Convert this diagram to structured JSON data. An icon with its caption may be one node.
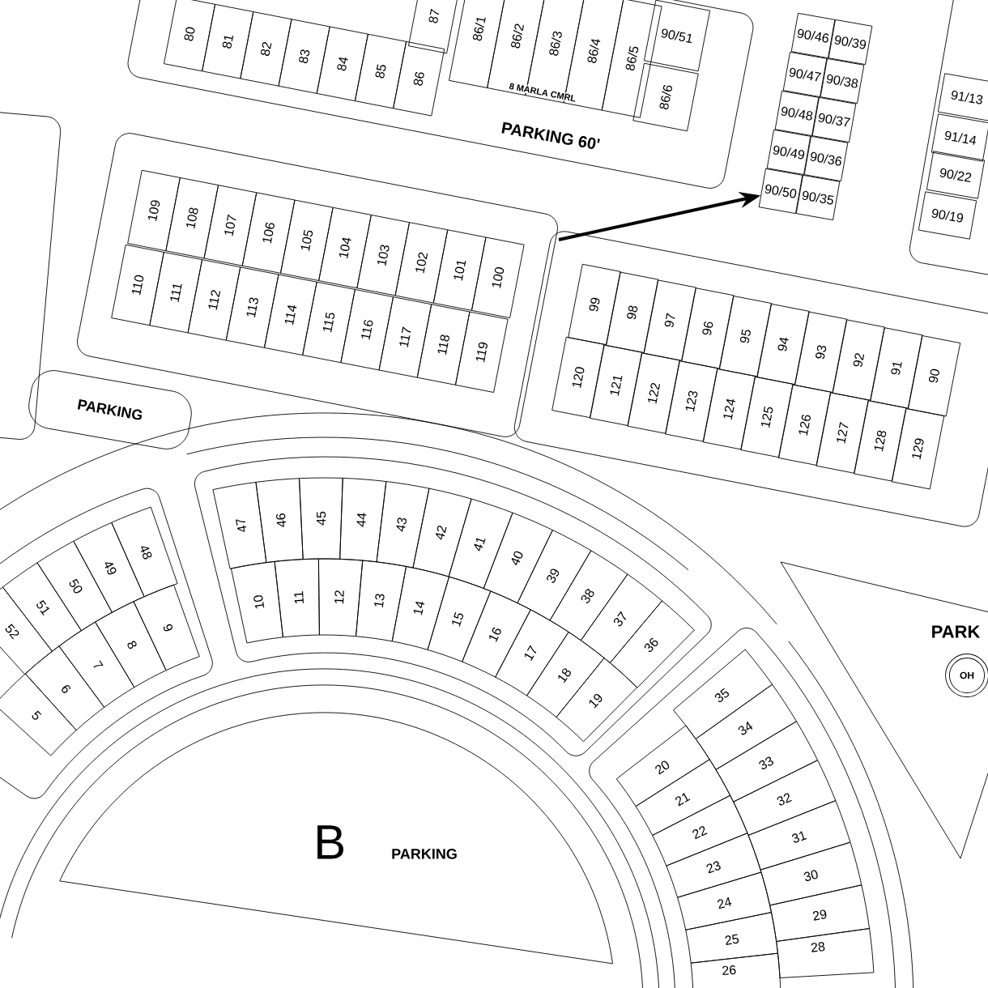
{
  "diagram": {
    "nodes": [
      {
        "text": [
          "80"
        ]
      },
      {
        "text": [
          "81"
        ]
      },
      {
        "text": [
          "82"
        ]
      },
      {
        "text": [
          "83"
        ]
      },
      {
        "text": [
          "84"
        ]
      },
      {
        "text": [
          "85"
        ]
      },
      {
        "text": [
          "86"
        ]
      },
      {
        "text": [
          "87"
        ]
      },
      {
        "text": [
          "86/1"
        ]
      },
      {
        "text": [
          "86/2"
        ]
      },
      {
        "text": [
          "86/3"
        ]
      },
      {
        "text": [
          "86/4"
        ]
      },
      {
        "text": [
          "86/5"
        ]
      },
      {
        "text": [
          "86/6"
        ]
      },
      {
        "text": [
          "90/51"
        ]
      },
      {
        "text": [
          "90/46"
        ]
      },
      {
        "text": [
          "90/39"
        ]
      },
      {
        "text": [
          "90/47"
        ]
      },
      {
        "text": [
          "90/38"
        ]
      },
      {
        "text": [
          "90/48"
        ]
      },
      {
        "text": [
          "90/37"
        ]
      },
      {
        "text": [
          "90/49"
        ]
      },
      {
        "text": [
          "90/36"
        ]
      },
      {
        "text": [
          "90/50"
        ]
      },
      {
        "text": [
          "90/35"
        ]
      },
      {
        "text": [
          "91/13"
        ]
      },
      {
        "text": [
          "91/14"
        ]
      },
      {
        "text": [
          "90/22"
        ]
      },
      {
        "text": [
          "90/19"
        ]
      },
      {
        "text": [
          "109"
        ]
      },
      {
        "text": [
          "108"
        ]
      },
      {
        "text": [
          "107"
        ]
      },
      {
        "text": [
          "106"
        ]
      },
      {
        "text": [
          "105"
        ]
      },
      {
        "text": [
          "104"
        ]
      },
      {
        "text": [
          "103"
        ]
      },
      {
        "text": [
          "102"
        ]
      },
      {
        "text": [
          "101"
        ]
      },
      {
        "text": [
          "100"
        ]
      },
      {
        "text": [
          "110"
        ]
      },
      {
        "text": [
          "111"
        ]
      },
      {
        "text": [
          "112"
        ]
      },
      {
        "text": [
          "113"
        ]
      },
      {
        "text": [
          "114"
        ]
      },
      {
        "text": [
          "115"
        ]
      },
      {
        "text": [
          "116"
        ]
      },
      {
        "text": [
          "117"
        ]
      },
      {
        "text": [
          "118"
        ]
      },
      {
        "text": [
          "119"
        ]
      },
      {
        "text": [
          "PARKING"
        ]
      },
      {
        "text": [
          "99"
        ]
      },
      {
        "text": [
          "98"
        ]
      },
      {
        "text": [
          "97"
        ]
      },
      {
        "text": [
          "96"
        ]
      },
      {
        "text": [
          "95"
        ]
      },
      {
        "text": [
          "94"
        ]
      },
      {
        "text": [
          "93"
        ]
      },
      {
        "text": [
          "92"
        ]
      },
      {
        "text": [
          "91"
        ]
      },
      {
        "text": [
          "90"
        ]
      },
      {
        "text": [
          "120"
        ]
      },
      {
        "text": [
          "121"
        ]
      },
      {
        "text": [
          "122"
        ]
      },
      {
        "text": [
          "123"
        ]
      },
      {
        "text": [
          "124"
        ]
      },
      {
        "text": [
          "125"
        ]
      },
      {
        "text": [
          "126"
        ]
      },
      {
        "text": [
          "127"
        ]
      },
      {
        "text": [
          "128"
        ]
      },
      {
        "text": [
          "129"
        ]
      },
      {
        "text": [
          "47"
        ]
      },
      {
        "text": [
          "46"
        ]
      },
      {
        "text": [
          "45"
        ]
      },
      {
        "text": [
          "44"
        ]
      },
      {
        "text": [
          "43"
        ]
      },
      {
        "text": [
          "42"
        ]
      },
      {
        "text": [
          "41"
        ]
      },
      {
        "text": [
          "40"
        ]
      },
      {
        "text": [
          "39"
        ]
      },
      {
        "text": [
          "38"
        ]
      },
      {
        "text": [
          "37"
        ]
      },
      {
        "text": [
          "36"
        ]
      },
      {
        "text": [
          "48"
        ]
      },
      {
        "text": [
          "49"
        ]
      },
      {
        "text": [
          "50"
        ]
      },
      {
        "text": [
          "51"
        ]
      },
      {
        "text": [
          "52"
        ]
      },
      {
        "text": [
          "9"
        ]
      },
      {
        "text": [
          "8"
        ]
      },
      {
        "text": [
          "7"
        ]
      },
      {
        "text": [
          "6"
        ]
      },
      {
        "text": [
          "5"
        ]
      },
      {
        "text": [
          "10"
        ]
      },
      {
        "text": [
          "11"
        ]
      },
      {
        "text": [
          "12"
        ]
      },
      {
        "text": [
          "13"
        ]
      },
      {
        "text": [
          "14"
        ]
      },
      {
        "text": [
          "15"
        ]
      },
      {
        "text": [
          "16"
        ]
      },
      {
        "text": [
          "17"
        ]
      },
      {
        "text": [
          "18"
        ]
      },
      {
        "text": [
          "19"
        ]
      },
      {
        "text": [
          "PARK"
        ]
      },
      {
        "text": [
          "OH"
        ],
        "in": 102
      },
      {
        "text": [
          "20"
        ]
      },
      {
        "text": [
          "21"
        ]
      },
      {
        "text": [
          "22"
        ]
      },
      {
        "text": [
          "23"
        ]
      },
      {
        "text": [
          "24"
        ]
      },
      {
        "text": [
          "25"
        ]
      },
      {
        "text": [
          "26"
        ]
      },
      {
        "text": [
          "35"
        ]
      },
      {
        "text": [
          "34"
        ]
      },
      {
        "text": [
          "33"
        ]
      },
      {
        "text": [
          "32"
        ]
      },
      {
        "text": [
          "31"
        ]
      },
      {
        "text": [
          "30"
        ]
      },
      {
        "text": [
          "29"
        ]
      },
      {
        "text": [
          "28"
        ]
      },
      {
        "text": [
          "B",
          "PARKING"
        ]
      }
    ],
    "edges": [
      {
        "from": null,
        "to": 23,
        "arrow": "to"
      }
    ],
    "labels": [
      "8 MARLA CMRL",
      "PARKING 60'"
    ]
  }
}
